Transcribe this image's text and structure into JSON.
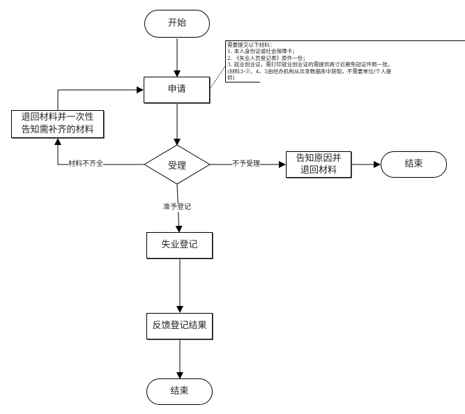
{
  "diagram": {
    "type": "flowchart",
    "nodes": {
      "start": "开始",
      "apply": "申请",
      "return_materials": "退回材料并一次性告知需补齐的材料",
      "return_materials_line1": "退回材料并一次性",
      "return_materials_line2": "告知需补齐的材料",
      "accept": "受理",
      "reject_notify_line1": "告知原因并",
      "reject_notify_line2": "退回材料",
      "end_right": "结束",
      "register": "失业登记",
      "feedback": "反馈登记结果",
      "end_bottom": "结束"
    },
    "edge_labels": {
      "incomplete": "材料不齐全",
      "not_accepted": "不予受理",
      "approved": "准予登记"
    },
    "note": {
      "lines": [
        "需要提交以下材料：",
        "1. 本人身份证或社会保障卡；",
        "2. 《失业人员登记表》原件一份；",
        "3. 就业创业证，需打印就业创业证的需提供两寸近期免冠证件照一张。",
        "(材料3-②、4、5由经办机构从共享数据库中获取，不需要单位/个人提",
        "供)"
      ]
    },
    "edges": [
      {
        "from": "start",
        "to": "apply"
      },
      {
        "from": "apply",
        "to": "accept"
      },
      {
        "from": "accept",
        "to": "return_materials",
        "label": "材料不齐全"
      },
      {
        "from": "return_materials",
        "to": "apply"
      },
      {
        "from": "accept",
        "to": "reject_notify",
        "label": "不予受理"
      },
      {
        "from": "reject_notify",
        "to": "end_right"
      },
      {
        "from": "accept",
        "to": "register",
        "label": "准予登记"
      },
      {
        "from": "register",
        "to": "feedback"
      },
      {
        "from": "feedback",
        "to": "end_bottom"
      }
    ]
  }
}
